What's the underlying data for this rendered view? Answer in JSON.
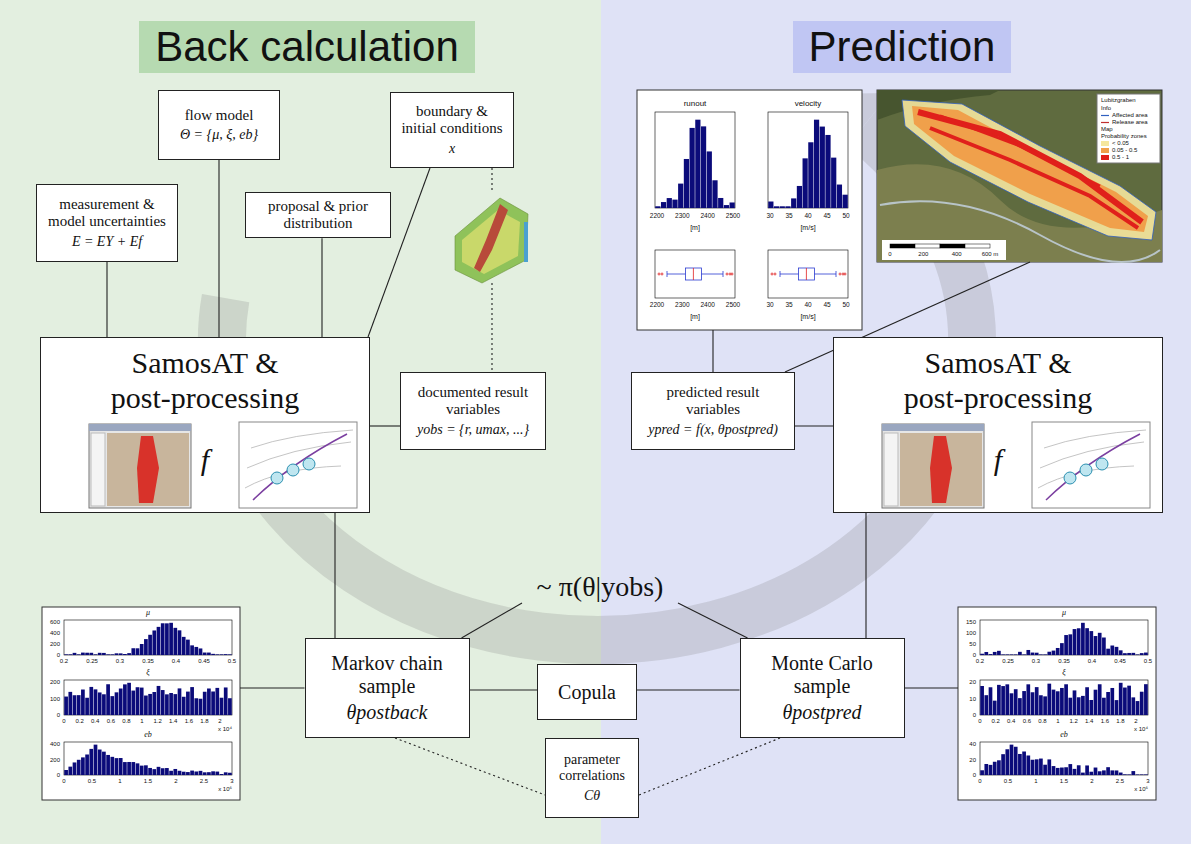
{
  "diagram": {
    "nodes": [
      {
        "text": [
          "Back calculation"
        ]
      },
      {
        "text": [
          "Prediction"
        ]
      },
      {
        "text": [
          "flow model",
          "Θ = {μ, ξ, eb}"
        ]
      },
      {
        "text": [
          "boundary & initial conditions",
          "x"
        ]
      },
      {
        "text": [
          "measurement & model uncertainties",
          "E = EY + Ef"
        ]
      },
      {
        "text": [
          "proposal & prior distribution"
        ]
      },
      {
        "text": [
          "SamosAT & post-processing",
          "f"
        ]
      },
      {
        "text": [
          "documented result variables",
          "yobs = {r, umax, ...}"
        ]
      },
      {
        "text": [
          "predicted result variables",
          "ypred = f(x, θpostpred)"
        ]
      },
      {
        "text": [
          "SamosAT & post-processing",
          "f"
        ]
      },
      {
        "text": [
          "Markov chain sample",
          "θpostback"
        ]
      },
      {
        "text": [
          "Copula"
        ]
      },
      {
        "text": [
          "Monte Carlo sample",
          "θpostpred"
        ]
      },
      {
        "text": [
          "parameter correlations",
          "Cθ"
        ]
      }
    ],
    "edges": [
      {
        "from": 2,
        "to": 6,
        "arrow": "none"
      },
      {
        "from": 4,
        "to": 6,
        "arrow": "none"
      },
      {
        "from": 5,
        "to": 6,
        "arrow": "none"
      },
      {
        "from": 3,
        "to": 6,
        "arrow": "none"
      },
      {
        "from": 6,
        "to": 7,
        "arrow": "none"
      },
      {
        "from": 6,
        "to": 10,
        "arrow": "none"
      },
      {
        "from": 10,
        "to": 11,
        "arrow": "none"
      },
      {
        "from": 11,
        "to": 12,
        "arrow": "none"
      },
      {
        "from": 12,
        "to": 9,
        "arrow": "none"
      },
      {
        "from": 9,
        "to": 8,
        "arrow": "none"
      },
      {
        "from": 10,
        "to": 13,
        "arrow": "none"
      },
      {
        "from": 12,
        "to": 13,
        "arrow": "none"
      }
    ],
    "labels": [
      "~ π(θ|yobs)",
      "runout",
      "velocity",
      "2200",
      "2300",
      "2400",
      "2500",
      "[m]",
      "30",
      "35",
      "40",
      "45",
      "50",
      "[m/s]",
      "2200",
      "2300",
      "2400",
      "2500",
      "[m]",
      "30",
      "35",
      "40",
      "45",
      "50",
      "[m/s]",
      "Lubitzgraben",
      "Info",
      "Map",
      "Probability zones",
      "0",
      "200",
      "400",
      "600 m",
      "μ",
      "600",
      "400",
      "200",
      "0",
      "0.2",
      "0.25",
      "0.3",
      "0.35",
      "0.4",
      "0.45",
      "0.5",
      "ξ",
      "200",
      "100",
      "0",
      "0",
      "0.2",
      "0.4",
      "0.6",
      "0.8",
      "1",
      "1.2",
      "1.4",
      "1.6",
      "1.8",
      "2",
      "x 10⁴",
      "eb",
      "400",
      "200",
      "0",
      "0",
      "0.5",
      "1",
      "1.5",
      "2",
      "2.5",
      "3",
      "x 10⁶",
      "μ",
      "150",
      "100",
      "50",
      "0",
      "0.2",
      "0.25",
      "0.3",
      "0.35",
      "0.4",
      "0.45",
      "0.5",
      "ξ",
      "20",
      "10",
      "0",
      "0",
      "0.2",
      "0.4",
      "0.6",
      "0.8",
      "1",
      "1.2",
      "1.4",
      "1.6",
      "1.8",
      "2",
      "x 10⁴",
      "eb",
      "40",
      "20",
      "0",
      "0",
      "0.5",
      "1",
      "1.5",
      "2",
      "2.5",
      "3",
      "x 10⁶"
    ],
    "legend": [
      {
        "text": "Affected area"
      },
      {
        "text": "Release area"
      },
      {
        "text": "< 0.05",
        "color": "#f5e79e"
      },
      {
        "text": "0.05 - 0.5",
        "color": "#f0a04b"
      },
      {
        "text": "0.5 - 1",
        "color": "#e0201b"
      }
    ]
  }
}
